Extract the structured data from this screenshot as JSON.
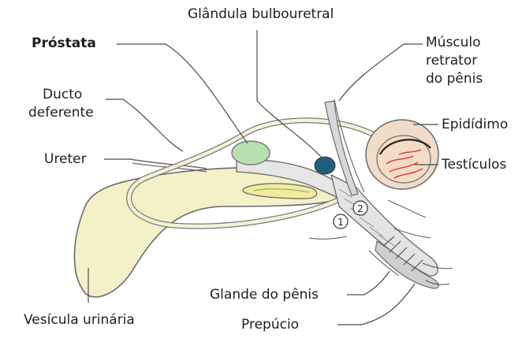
{
  "labels": {
    "prostata": "Próstata",
    "glandula_bulbouretral": "Glândula bulbouretral",
    "musculo_line1": "Músculo",
    "musculo_line2": "retrator",
    "musculo_line3": "do pênis",
    "ducto_line1": "Ducto",
    "ducto_line2": "deferente",
    "epididimo": "Epidídimo",
    "ureter": "Ureter",
    "testiculos": "Testículos",
    "glande": "Glande do pênis",
    "vesicula": "Vesícula urinária",
    "prepucio": "Prepúcio"
  },
  "markers": {
    "one": "1",
    "two": "2"
  },
  "colors": {
    "bladder": "#f4f0c8",
    "prostate": "#b7dfb2",
    "bulbourethral": "#1f5f7a",
    "vesicular_gland": "#efec9c",
    "testis": "#f3dcc6",
    "epididymis": "#f0dcc8",
    "testis_vessels": "#e0303a",
    "penis": "#e3e3e3",
    "outline": "#6a6a6a",
    "leader": "#4a4a4a",
    "hair": "#555555"
  }
}
